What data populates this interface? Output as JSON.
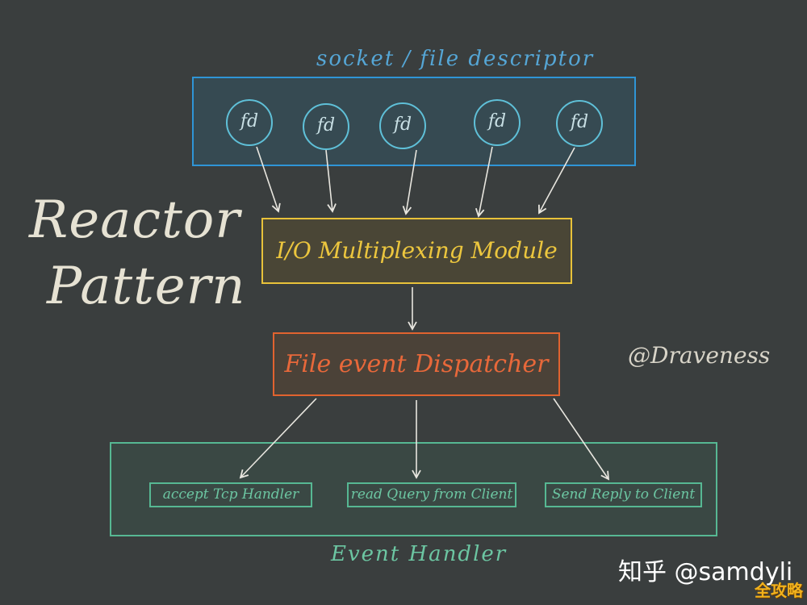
{
  "title": [
    "Reactor",
    "Pattern"
  ],
  "socket_label": "socket / file descriptor",
  "fd_nodes": [
    "fd",
    "fd",
    "fd",
    "fd",
    "fd"
  ],
  "io_module": "I/O Multiplexing Module",
  "dispatcher": "File event Dispatcher",
  "handlers": [
    "accept Tcp Handler",
    "read Query from Client",
    "Send Reply to Client"
  ],
  "handlers_label": "Event Handler",
  "author": "@Draveness",
  "watermark": "知乎 @samdyli",
  "watermark_badge": "全攻略",
  "colors": {
    "background": "#3a3e3e",
    "fd_box": "#2f95d6",
    "io_box": "#e8c23a",
    "dispatcher_box": "#e1632f",
    "handler_box": "#56b893",
    "arrow": "#e8e6df"
  }
}
